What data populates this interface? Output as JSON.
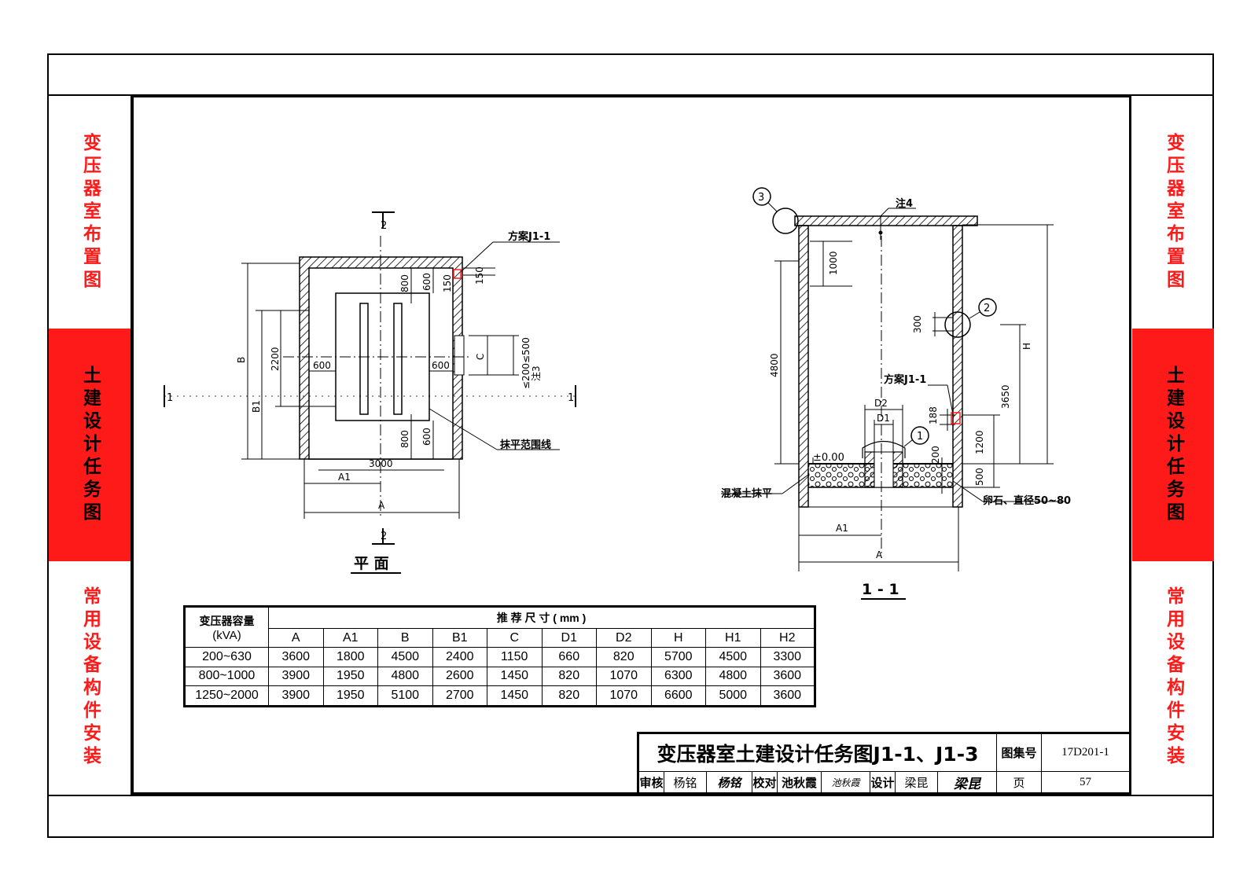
{
  "side_tabs": {
    "layout": "变压器室布置图",
    "civil": "土建设计任务图",
    "equipment": "常用设备构件安装"
  },
  "plan_drawing": {
    "caption": "平 面",
    "section_marks": [
      "1",
      "1",
      "2",
      "2"
    ],
    "labels": {
      "scheme": "方案J1-1",
      "leveling_line": "抹平范围线",
      "note3": "注3",
      "c_range": "≤200≤500"
    },
    "dims": [
      "B",
      "B1",
      "2200",
      "600",
      "600",
      "800",
      "600",
      "150",
      "150",
      "800",
      "600",
      "C",
      "3000",
      "A1",
      "A"
    ]
  },
  "section_drawing": {
    "caption": "1 - 1",
    "callouts": [
      "1",
      "2",
      "3"
    ],
    "labels": {
      "note4": "注4",
      "scheme": "方案J1-1",
      "zero": "±0.00",
      "concrete": "混凝土抹平",
      "gravel": "卵石、直径50~80"
    },
    "dims": [
      "1000",
      "4800",
      "300",
      "H",
      "3650",
      "188",
      "1200",
      "500",
      "200",
      "D2",
      "D1",
      "A1",
      "A"
    ]
  },
  "table": {
    "capacity_header": "变压器容量",
    "capacity_unit": "(kVA)",
    "recommended_header": "推 荐 尺 寸 ( mm )",
    "columns": [
      "A",
      "A1",
      "B",
      "B1",
      "C",
      "D1",
      "D2",
      "H",
      "H1",
      "H2"
    ],
    "rows": [
      {
        "capacity": "200~630",
        "values": [
          "3600",
          "1800",
          "4500",
          "2400",
          "1150",
          "660",
          "820",
          "5700",
          "4500",
          "3300"
        ]
      },
      {
        "capacity": "800~1000",
        "values": [
          "3900",
          "1950",
          "4800",
          "2600",
          "1450",
          "820",
          "1070",
          "6300",
          "4800",
          "3600"
        ]
      },
      {
        "capacity": "1250~2000",
        "values": [
          "3900",
          "1950",
          "5100",
          "2700",
          "1450",
          "820",
          "1070",
          "6600",
          "5000",
          "3600"
        ]
      }
    ]
  },
  "title_block": {
    "title": "变压器室土建设计任务图J1-1、J1-3",
    "atlas_label": "图集号",
    "atlas_no": "17D201-1",
    "review_label": "审核",
    "reviewer": "杨铭",
    "reviewer_sign": "杨铭",
    "check_label": "校对",
    "checker": "池秋霞",
    "checker_sign": "池秋霞",
    "design_label": "设计",
    "designer": "梁昆",
    "designer_sign": "梁昆",
    "page_label": "页",
    "page_no": "57"
  }
}
